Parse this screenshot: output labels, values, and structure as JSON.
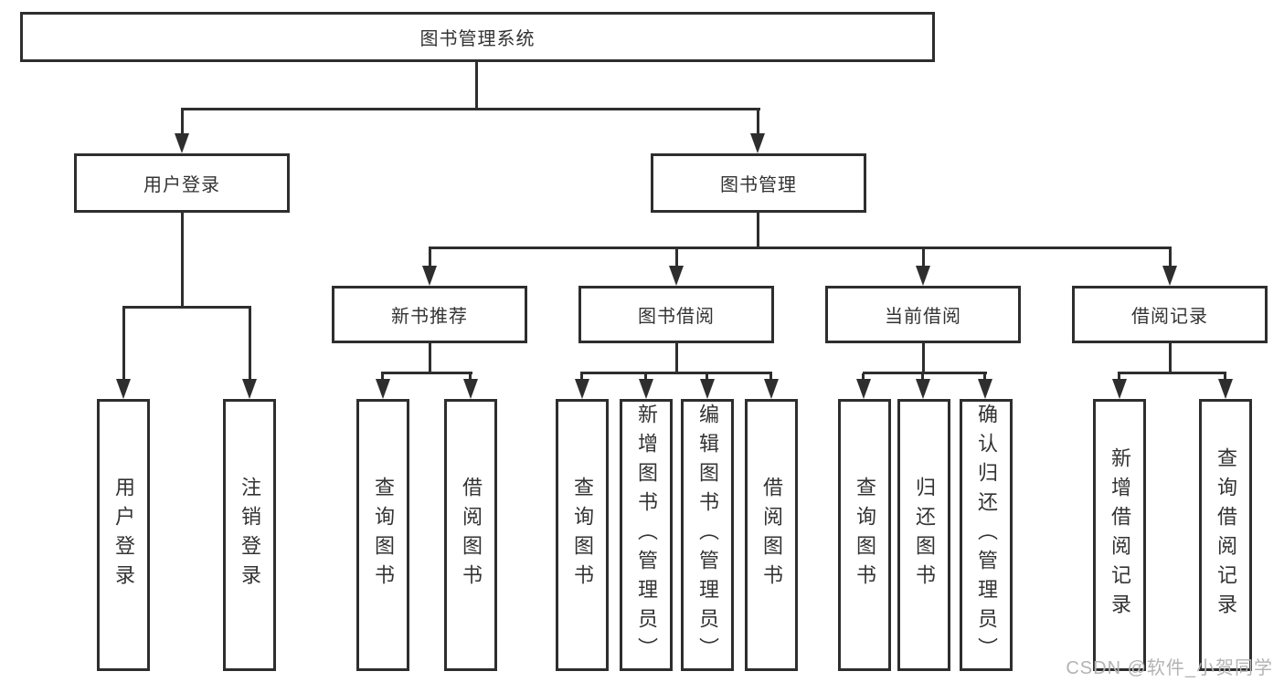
{
  "diagram": {
    "root": {
      "label": "图书管理系统"
    },
    "level2": [
      {
        "label": "用户登录"
      },
      {
        "label": "图书管理"
      }
    ],
    "level3": [
      {
        "label": "新书推荐"
      },
      {
        "label": "图书借阅"
      },
      {
        "label": "当前借阅"
      },
      {
        "label": "借阅记录"
      }
    ],
    "leaves": {
      "login": [
        "用户登录",
        "注销登录"
      ],
      "recommend": [
        "查询图书",
        "借阅图书"
      ],
      "borrow": [
        "查询图书",
        "新增图书（管理员）",
        "编辑图书（管理员）",
        "借阅图书"
      ],
      "current": [
        "查询图书",
        "归还图书",
        "确认归还（管理员）"
      ],
      "records": [
        "新增借阅记录",
        "查询借阅记录"
      ]
    }
  },
  "watermark": {
    "text": "CSDN @软件_小贺同学"
  },
  "colors": {
    "line": "#2e2e2e",
    "text": "#333333",
    "box_background": "#ffffff",
    "page_background": "#ffffff",
    "watermark": "#b3b3b3"
  }
}
